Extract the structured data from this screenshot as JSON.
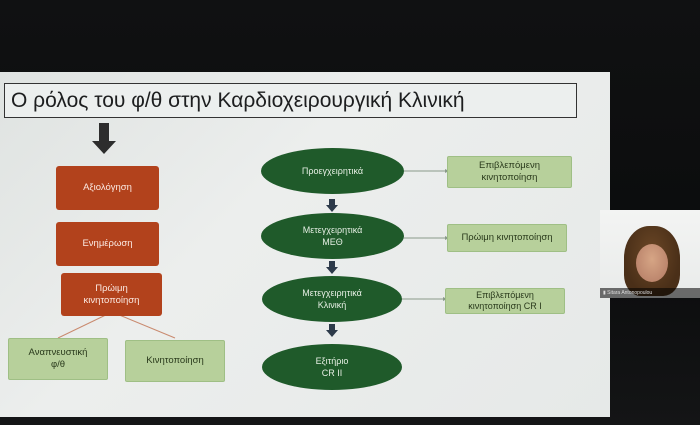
{
  "slide": {
    "title": "Ο ρόλος του φ/θ στην  Καρδιοχειρουργική Κλινική",
    "left_column": [
      "Αξιολόγηση",
      "Ενημέρωση",
      "Πρώιμη κινητοποίηση"
    ],
    "left_children": [
      "Αναπνευστική φ/θ",
      "Κινητοποίηση"
    ],
    "center_column": [
      "Προεγχειρητικά",
      "Μετεγχειρητικά ΜΕΘ",
      "Μετεγχειρητικά Κλινική",
      "Εξιτήριο CR II"
    ],
    "right_column": [
      "Επιβλεπόμενη κινητοποίηση",
      "Πρώιμη κινητοποίηση",
      "Επιβλεπόμενη κινητοποίηση CR I"
    ]
  },
  "webcam": {
    "participant_name": "Sitara Antonopoulou"
  },
  "colors": {
    "brown_box": "#b2421c",
    "light_green_box": "#b7d09b",
    "dark_green_oval": "#1f5a2a",
    "slide_bg": "#e6e9e8"
  },
  "icons": {
    "down_arrow": "down-arrow-icon",
    "signal": "signal-icon"
  }
}
